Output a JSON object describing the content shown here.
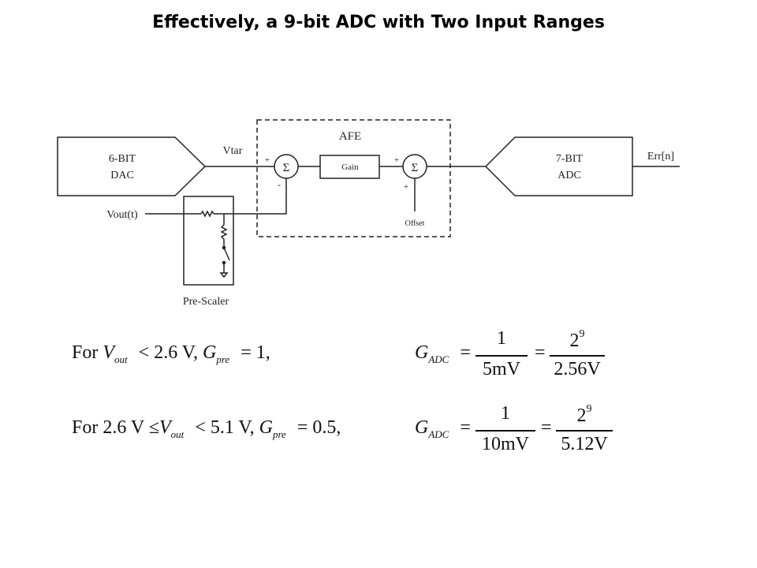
{
  "title": "Effectively, a 9-bit ADC with Two Input Ranges",
  "diagram": {
    "dac": {
      "line1": "6-BIT",
      "line2": "DAC"
    },
    "adc": {
      "line1": "7-BIT",
      "line2": "ADC"
    },
    "afe_label": "AFE",
    "gain_label": "Gain",
    "sum_symbol": "Σ",
    "vtar_label": "Vtar",
    "vout_label": "Vout(t)",
    "err_label": "Err[n]",
    "offset_label": "Offset",
    "prescaler_label": "Pre-Scaler",
    "sum1_plus": "+",
    "sum1_minus": "-",
    "sum2_plus_left": "+",
    "sum2_plus_bottom": "+"
  },
  "equations": {
    "row1": {
      "condition": {
        "for": "For",
        "var": "V",
        "var_sub": "out",
        "op": "<",
        "value": "2.6 V,",
        "g": "G",
        "g_sub": "pre",
        "eq": "=",
        "g_value": "1,"
      },
      "gadc": {
        "g": "G",
        "g_sub": "ADC",
        "eq1": "=",
        "num1": "1",
        "den1": "5mV",
        "eq2": "=",
        "num2_base": "2",
        "num2_exp": "9",
        "den2": "2.56V"
      }
    },
    "row2": {
      "condition": {
        "for": "For",
        "low": "2.6 V",
        "op1": "≤",
        "var": "V",
        "var_sub": "out",
        "op2": "<",
        "value": "5.1 V,",
        "g": "G",
        "g_sub": "pre",
        "eq": "=",
        "g_value": "0.5,"
      },
      "gadc": {
        "g": "G",
        "g_sub": "ADC",
        "eq1": "=",
        "num1": "1",
        "den1": "10mV",
        "eq2": "=",
        "num2_base": "2",
        "num2_exp": "9",
        "den2": "5.12V"
      }
    }
  }
}
